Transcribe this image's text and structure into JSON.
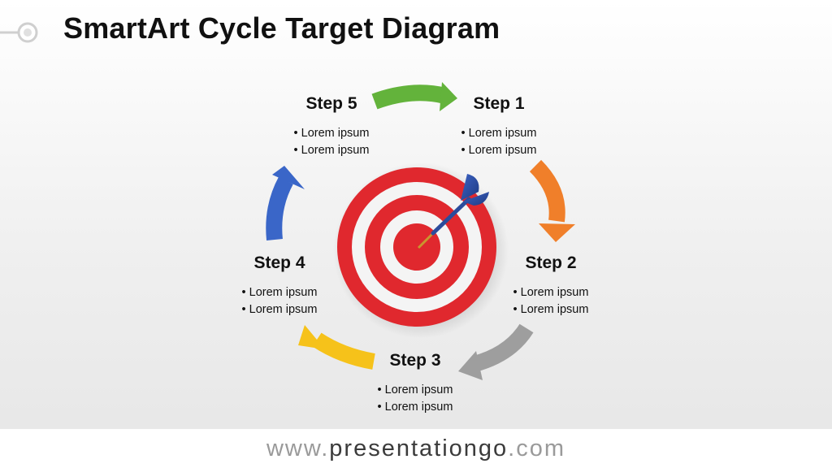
{
  "title": "SmartArt Cycle Target Diagram",
  "steps": [
    {
      "label": "Step 1",
      "bullets": [
        "Lorem ipsum",
        "Lorem ipsum"
      ],
      "color": "#F07F2A"
    },
    {
      "label": "Step 2",
      "bullets": [
        "Lorem ipsum",
        "Lorem ipsum"
      ],
      "color": "#9E9E9E"
    },
    {
      "label": "Step 3",
      "bullets": [
        "Lorem ipsum",
        "Lorem ipsum"
      ],
      "color": "#F6C21A"
    },
    {
      "label": "Step 4",
      "bullets": [
        "Lorem ipsum",
        "Lorem ipsum"
      ],
      "color": "#3A66C8"
    },
    {
      "label": "Step 5",
      "bullets": [
        "Lorem ipsum",
        "Lorem ipsum"
      ],
      "color": "#63B33B"
    }
  ],
  "target": {
    "ring_color": "#E0282E",
    "dart_color": "#2B4C9C"
  },
  "footer": {
    "prefix": "www.",
    "brand": "presentationgo",
    "suffix": ".com"
  }
}
